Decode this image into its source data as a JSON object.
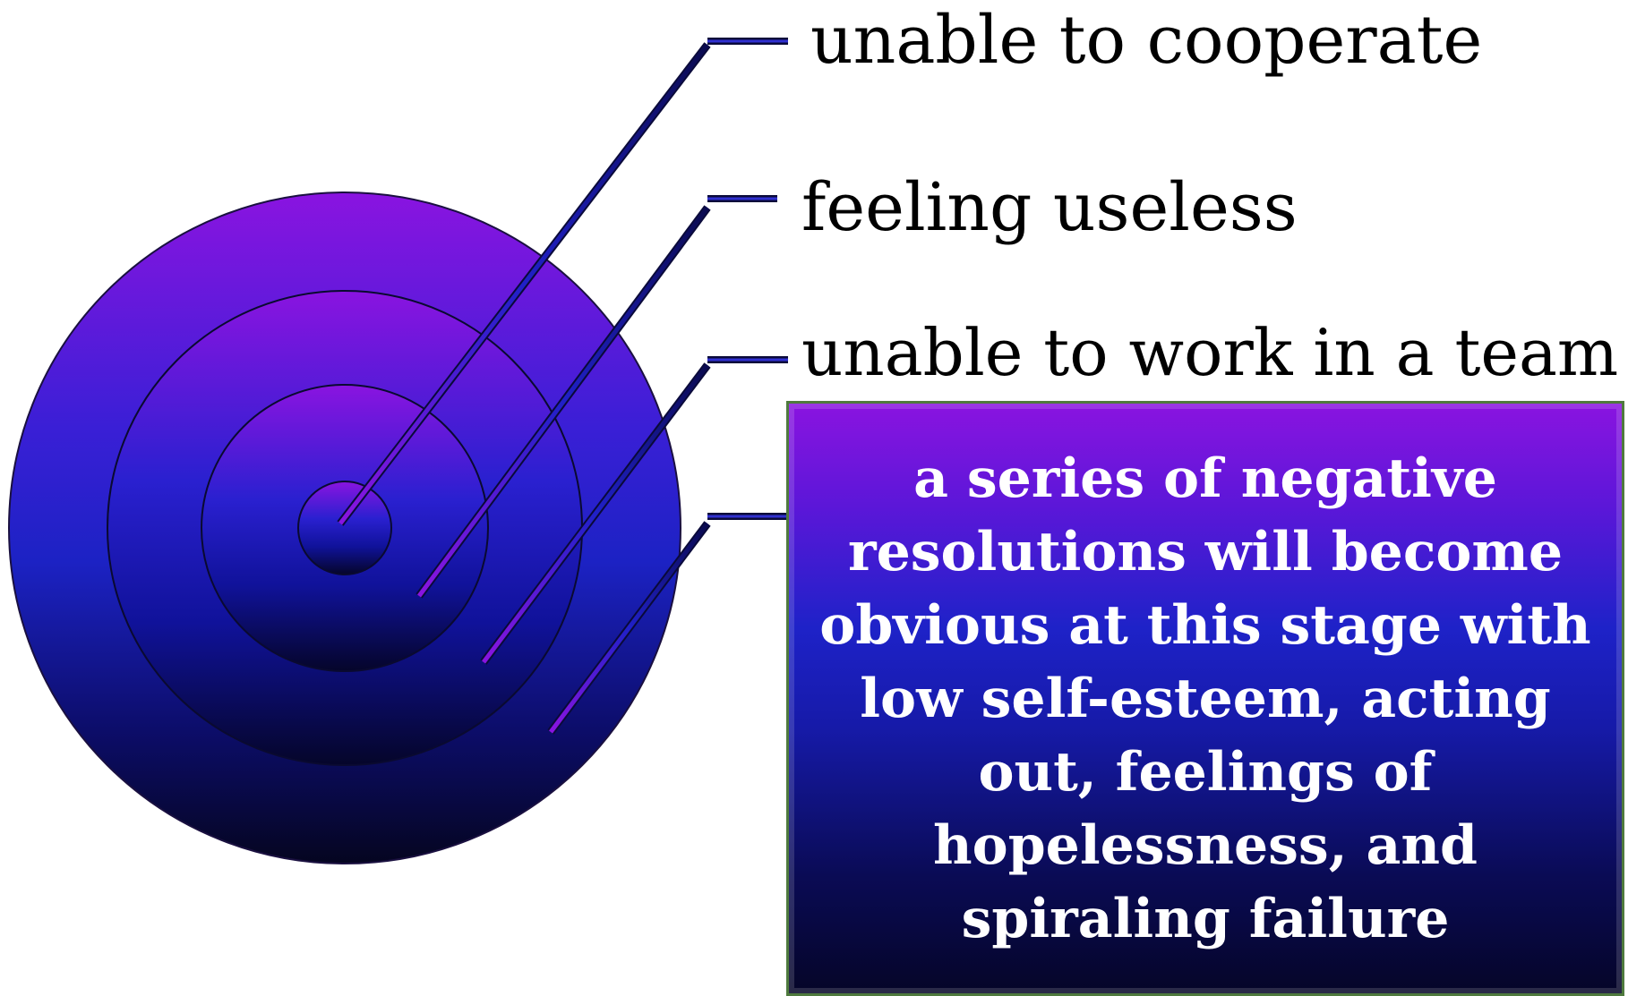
{
  "items": [
    {
      "label": "unable to cooperate"
    },
    {
      "label": "feeling useless"
    },
    {
      "label": "unable to work in a team"
    }
  ],
  "description": "a series of negative resolutions will become obvious at this stage with low self-esteem, acting out, feelings of hopelessness, and spiraling failure",
  "colors": {
    "ring_top": "#8a14e0",
    "ring_mid": "#1e22c8",
    "ring_bottom": "#050528",
    "box_border": "#4f7a3e",
    "connector": "#1a1a7a"
  }
}
